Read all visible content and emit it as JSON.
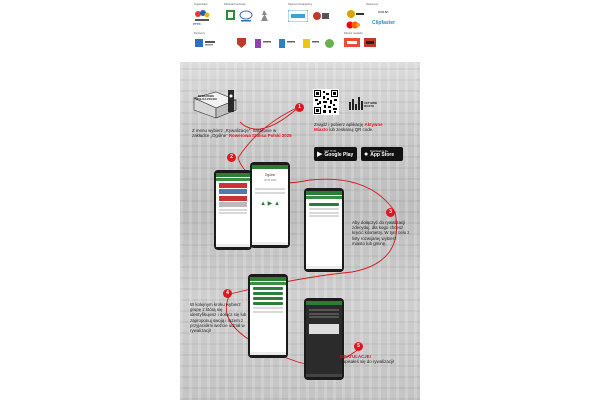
{
  "header": {
    "labels": {
      "organizer": "Organizator",
      "honorary": "Patronat honorowy",
      "strategic": "Sponsor strategiczny",
      "sponsors": "Sponsorzy",
      "partners": "Partnerzy",
      "media": "Patroni medialni"
    },
    "logos": {
      "org": "PTTK",
      "mc": "mc",
      "aktywne": "Aktywne Miasto",
      "clipfaster": "Clipfaster",
      "inoni": "INONI"
    }
  },
  "poster": {
    "tile_text": "ROWEROWA STOLICA POLSKI",
    "steps": [
      {
        "number": "1",
        "text": "Znajdź i pobierz aplikację ",
        "bold": "Aktywne Miasto",
        "text_after": " lub zeskanuj QR code."
      },
      {
        "number": "2",
        "text": "Z menu wybierz „Rywalizacje”, następnie w zakładce „Ogólne”",
        "bold": "Rowerowa Stolica Polski 2025"
      },
      {
        "number": "3",
        "text": "Aby dołączyć do rywalizacji zdecyduj, dla kogo chcesz kręcić kilometry. W tym celu z listy rozwijanej wybierz miasto lub gminę."
      },
      {
        "number": "4",
        "text": "W kolejnym kroku wybierz grupę z którą się identyfikujesz i dołącz się lub zaproponuj swoją i razem z przyjaciółmi weźcie udział w rywalizacji!"
      },
      {
        "number": "5",
        "bold": "GRATULACJE!",
        "text": "Zapisałeś się do rywalizacji!"
      }
    ],
    "brand": "AKTYWNE MIASTO",
    "stores": {
      "google_top": "GET IT ON",
      "google": "Google Play",
      "apple_top": "Download on the",
      "apple": "App Store"
    },
    "phone_screen": {
      "title": "Ogólne",
      "date": "30.03.2025"
    }
  },
  "colors": {
    "accent": "#d71920",
    "app_green": "#2d7d3a",
    "phone_body": "#1b1b1b"
  }
}
